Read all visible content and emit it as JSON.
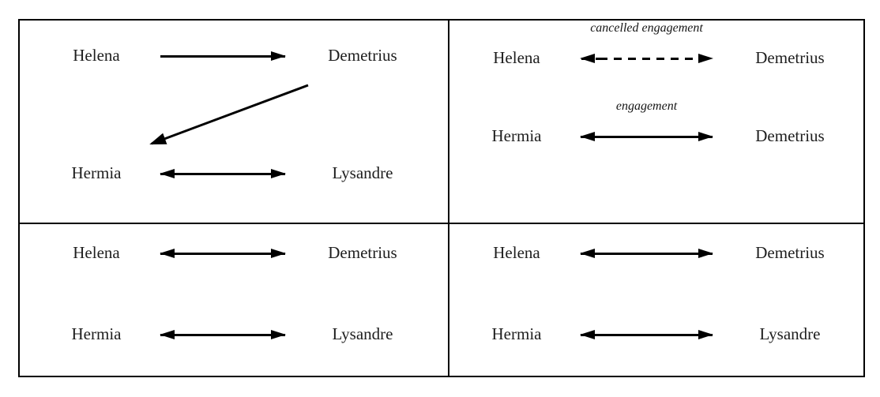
{
  "figure": {
    "description": "four-panel character relationship diagram",
    "colors": {
      "ink": "#1e1e1e",
      "line": "#000000",
      "background": "#ffffff"
    },
    "panels": [
      {
        "position": "top-left",
        "rows": [
          {
            "left": "Helena",
            "right": "Demetrius",
            "arrow": "one-way-right",
            "label": ""
          },
          {
            "left": "Hermia",
            "right": "Lysandre",
            "arrow": "two-way",
            "label": ""
          }
        ],
        "extra_arrow": {
          "type": "one-way-diagonal",
          "from": "Demetrius",
          "to": "Hermia"
        }
      },
      {
        "position": "top-right",
        "rows": [
          {
            "left": "Helena",
            "right": "Demetrius",
            "arrow": "two-way-dashed",
            "label": "cancelled engagement"
          },
          {
            "left": "Hermia",
            "right": "Demetrius",
            "arrow": "two-way",
            "label": "engagement"
          }
        ]
      },
      {
        "position": "bottom-left",
        "rows": [
          {
            "left": "Helena",
            "right": "Demetrius",
            "arrow": "two-way",
            "label": ""
          },
          {
            "left": "Hermia",
            "right": "Lysandre",
            "arrow": "two-way",
            "label": ""
          }
        ]
      },
      {
        "position": "bottom-right",
        "rows": [
          {
            "left": "Helena",
            "right": "Demetrius",
            "arrow": "two-way",
            "label": ""
          },
          {
            "left": "Hermia",
            "right": "Lysandre",
            "arrow": "two-way",
            "label": ""
          }
        ]
      }
    ]
  }
}
